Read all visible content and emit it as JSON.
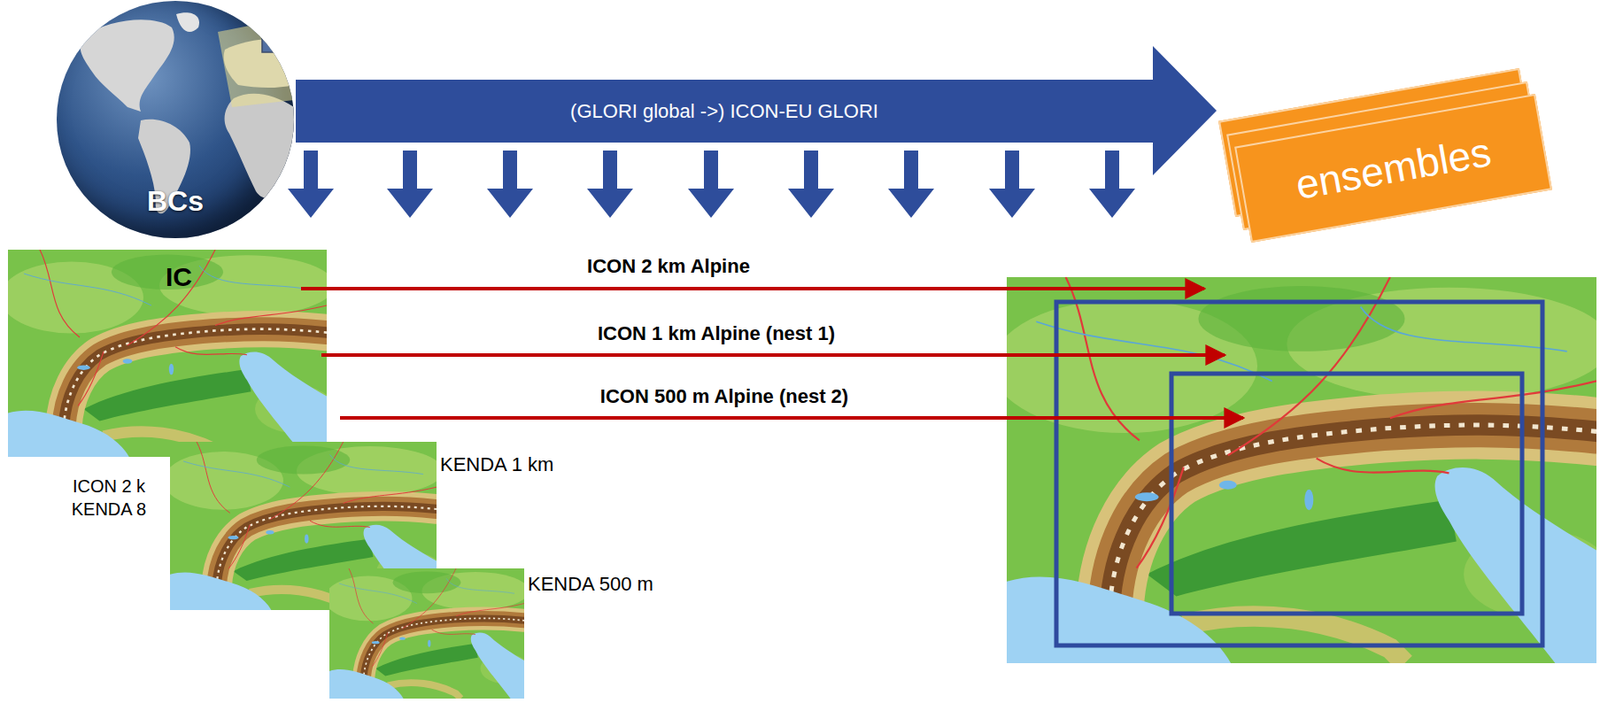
{
  "diagram": {
    "nodes": [
      {
        "text": [
          "BCs"
        ]
      },
      {
        "text": [
          "(GLORI global ->) ICON-EU GLORI"
        ]
      },
      {
        "text": [
          "ensembles"
        ]
      },
      {
        "text": [
          "IC"
        ]
      }
    ],
    "labels": [
      "ICON 2 km Alpine",
      "ICON 1 km Alpine (nest 1)",
      "ICON 500 m Alpine (nest 2)",
      "ICON 2 k KENDA 8",
      "KENDA 1 km",
      "KENDA 500 m"
    ]
  }
}
